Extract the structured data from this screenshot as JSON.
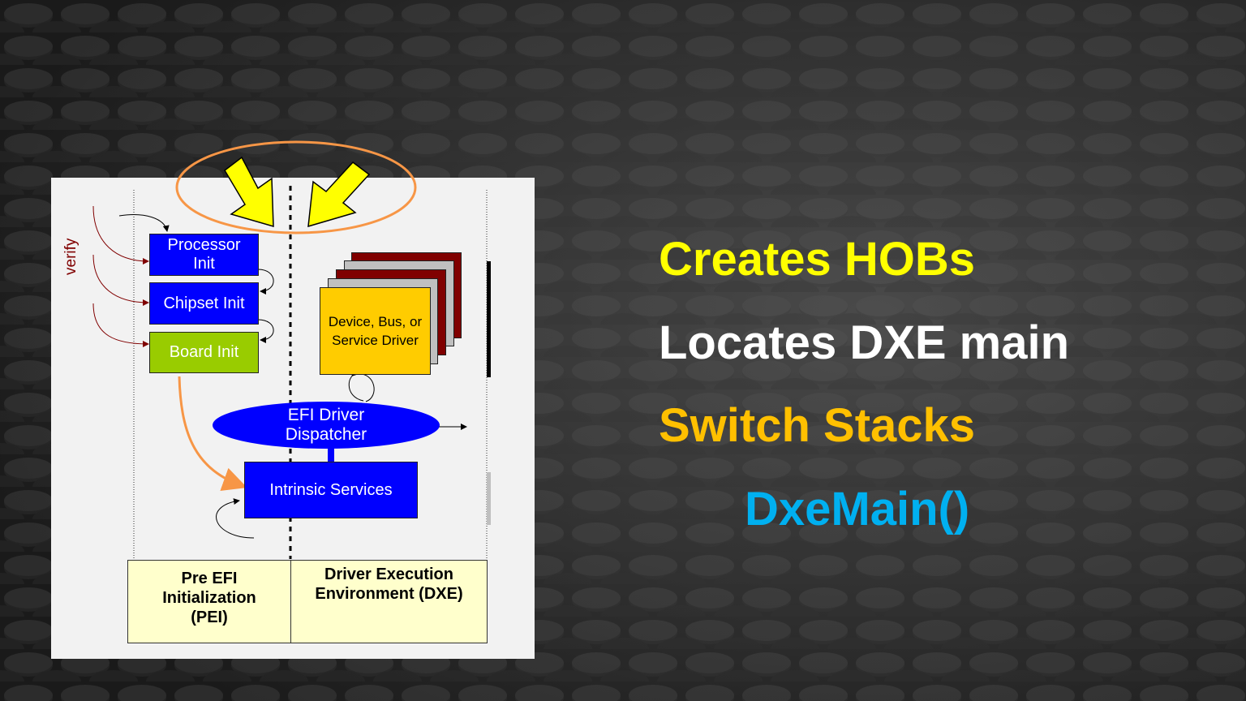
{
  "diagram": {
    "verify_label": "verify",
    "processor_init": "Processor Init",
    "chipset_init": "Chipset Init",
    "board_init": "Board Init",
    "driver_label": "Device,  Bus, or Service Driver",
    "dispatcher_label": "EFI Driver\nDispatcher",
    "intrinsic_services": "Intrinsic Services",
    "pei_phase": "Pre EFI Initialization (PEI)",
    "dxe_phase": "Driver Execution Environment (DXE)"
  },
  "bullets": {
    "line1": "Creates HOBs",
    "line2": "Locates DXE main",
    "line3": "Switch Stacks",
    "line4": "DxeMain()"
  },
  "colors": {
    "line1": "#ffff00",
    "line2": "#ffffff",
    "line3": "#ffc000",
    "line4": "#00b0f0",
    "highlight_arrows": "#ffff00",
    "highlight_ellipse": "#f79646"
  }
}
